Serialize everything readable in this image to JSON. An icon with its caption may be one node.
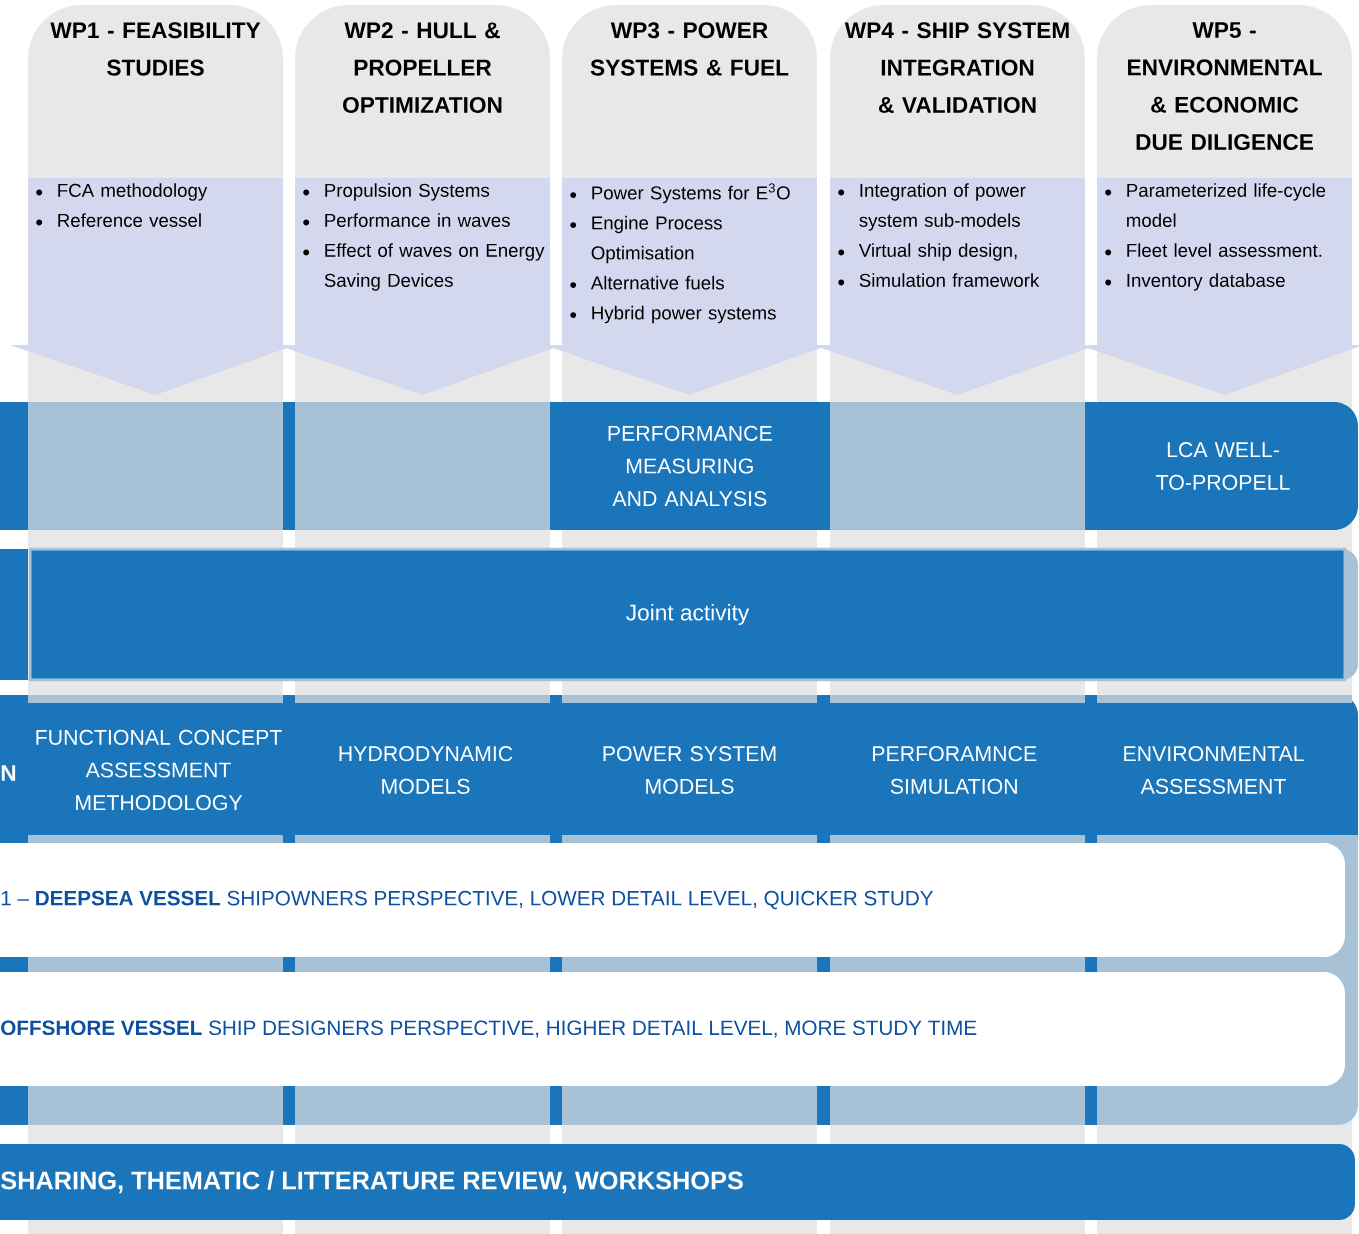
{
  "diagram": {
    "nodes": [
      {
        "text": [
          "WP1 - FEASIBILITY STUDIES",
          "FCA methodology",
          "Reference vessel"
        ]
      },
      {
        "text": [
          "WP2 - HULL & PROPELLER OPTIMIZATION",
          "Propulsion Systems",
          "Performance in waves",
          "Effect of waves on Energy Saving Devices"
        ]
      },
      {
        "text": [
          "WP3 - POWER SYSTEMS & FUEL",
          "Power Systems for E$^{3}$O",
          "Engine Process Optimisation",
          "Alternative fuels",
          "Hybrid power systems"
        ]
      },
      {
        "text": [
          "WP4 - SHIP SYSTEM INTEGRATION & VALIDATION",
          "Integration of power system sub-models",
          "Virtual ship design,",
          "Simulation framework"
        ]
      },
      {
        "text": [
          "WP5 - ENVIRONMENTAL & ECONOMIC DUE DILIGENCE",
          "Parameterized life-cycle model",
          "Fleet level assessment.",
          "Inventory database"
        ]
      },
      {
        "text": [
          "PERFORMANCE MEASURING AND ANALYSIS"
        ],
        "in": 2
      },
      {
        "text": [
          "LCA WELL-TO-PROPELL"
        ],
        "in": 4
      },
      {
        "text": [
          "Joint activity"
        ]
      },
      {
        "text": [
          "FUNCTIONAL CONCEPT ASSESSMENT METHODOLOGY"
        ],
        "in": 0
      },
      {
        "text": [
          "HYDRODYNAMIC MODELS"
        ],
        "in": 1
      },
      {
        "text": [
          "POWER SYSTEM MODELS"
        ],
        "in": 2
      },
      {
        "text": [
          "PERFORAMNCE SIMULATION"
        ],
        "in": 3
      },
      {
        "text": [
          "ENVIRONMENTAL ASSESSMENT"
        ],
        "in": 4
      },
      {
        "text": [
          "1 – **DEEPSEA VESSEL** SHIPOWNERS PERSPECTIVE, LOWER DETAIL LEVEL, QUICKER STUDY"
        ]
      },
      {
        "text": [
          "**OFFSHORE VESSEL** SHIP DESIGNERS PERSPECTIVE, HIGHER DETAIL LEVEL, MORE STUDY TIME"
        ]
      },
      {
        "text": [
          "SHARING, THEMATIC / LITTERATURE REVIEW, WORKSHOPS"
        ]
      }
    ],
    "labels": [
      "N"
    ]
  }
}
